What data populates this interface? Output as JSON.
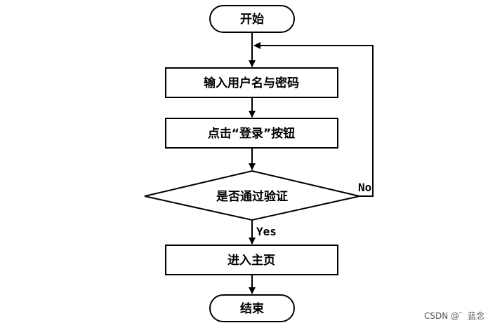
{
  "flowchart": {
    "start_label": "开始",
    "input_label": "输入用户名与密码",
    "click_label": "点击“登录”按钮",
    "decision_label": "是否通过验证",
    "enter_label": "进入主页",
    "end_label": "结束",
    "yes_label": "Yes",
    "no_label": "No"
  },
  "watermark": "CSDN @゛蓝念"
}
